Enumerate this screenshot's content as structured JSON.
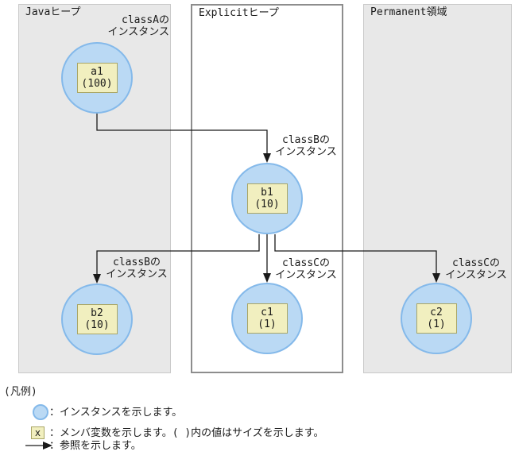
{
  "diagram": {
    "panels": [
      {
        "label": "Javaヒープ"
      },
      {
        "label": "Explicitヒープ"
      },
      {
        "label": "Permanent領域"
      }
    ],
    "instances": [
      {
        "name": "a1",
        "size": "(100)"
      },
      {
        "name": "b1",
        "size": "(10)"
      },
      {
        "name": "b2",
        "size": "(10)"
      },
      {
        "name": "c1",
        "size": "(1)"
      },
      {
        "name": "c2",
        "size": "(1)"
      }
    ],
    "annotations": {
      "classA_a1": "classAの\nインスタンス",
      "classB_b1": "classBの\nインスタンス",
      "classB_b2": "classBの\nインスタンス",
      "classC_c1": "classCの\nインスタンス",
      "classC_c2": "classCの\nインスタンス"
    }
  },
  "legend": {
    "title": "(凡例)",
    "items": [
      {
        "symbol": "instance-circle",
        "text": "：インスタンスを示します。"
      },
      {
        "symbol": "member-box",
        "symbol_label": "x",
        "text": "：メンバ変数を示します。( )内の値はサイズを示します。"
      },
      {
        "symbol": "reference-arrow",
        "text": "：参照を示します。"
      }
    ]
  },
  "colors": {
    "instance_fill": "#bad9f4",
    "instance_border": "#84b9ea",
    "member_box_fill": "#f1efbf",
    "member_box_border": "#a9a666",
    "heap_panel_fill": "#e8e8e8",
    "explicit_panel_border": "#8d8d8d",
    "line_color": "#1a1a1a"
  }
}
